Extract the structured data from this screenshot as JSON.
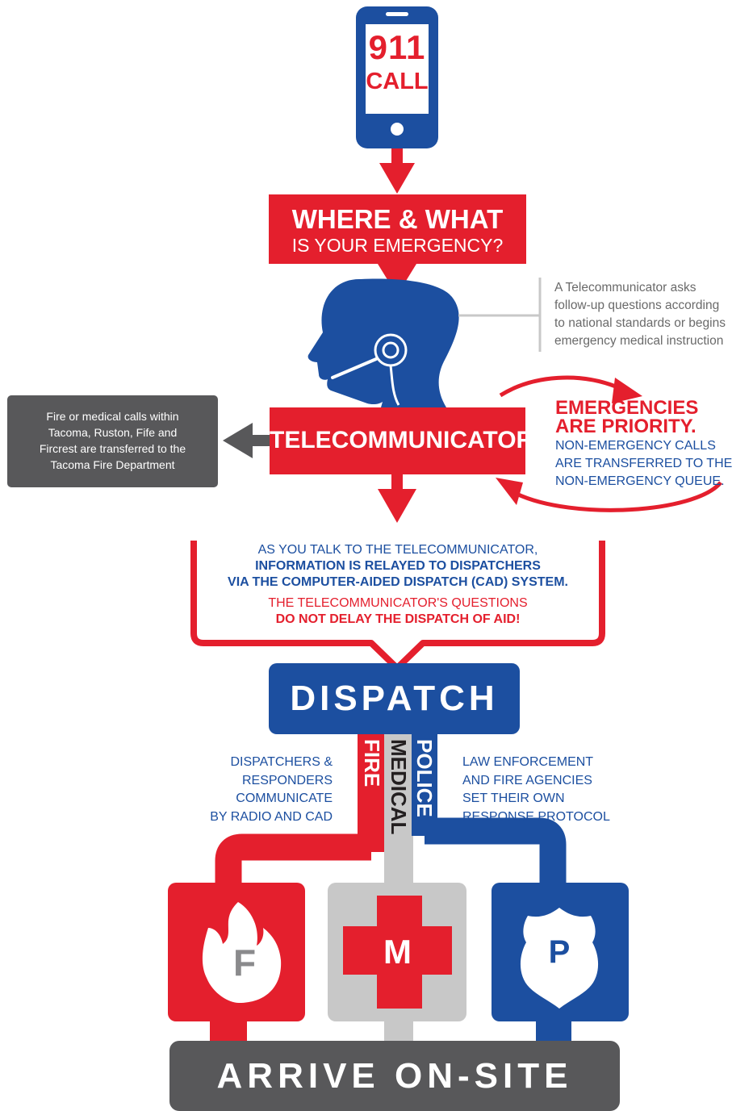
{
  "colors": {
    "red": "#E41F2D",
    "blue": "#1C4FA0",
    "gray": "#58585A",
    "light_gray": "#C8C8C8",
    "white": "#FFFFFF"
  },
  "phone": {
    "number": "911",
    "label": "CALL"
  },
  "where_box": {
    "line1": "WHERE & WHAT",
    "line2": "IS YOUR EMERGENCY?"
  },
  "note": {
    "lines": [
      "A Telecommunicator asks",
      "follow-up questions according",
      "to national standards or begins",
      "emergency medical instruction"
    ]
  },
  "telecommunicator": {
    "label": "TELECOMMUNICATOR"
  },
  "transfer_box": {
    "lines": [
      "Fire or medical calls within",
      "Tacoma, Ruston, Fife and",
      "Fircrest are transferred to the",
      "Tacoma Fire Department"
    ]
  },
  "priority": {
    "line1": "EMERGENCIES",
    "line2": "ARE PRIORITY.",
    "sub_lines": [
      "NON-EMERGENCY CALLS",
      "ARE TRANSFERRED TO THE",
      "NON-EMERGENCY QUEUE."
    ]
  },
  "relay": {
    "line1": "AS YOU TALK TO THE TELECOMMUNICATOR,",
    "line2": "INFORMATION IS RELAYED TO DISPATCHERS",
    "line3": "VIA THE COMPUTER-AIDED DISPATCH (CAD) SYSTEM.",
    "line4": "THE TELECOMMUNICATOR'S QUESTIONS",
    "line5": "DO NOT DELAY THE DISPATCH OF AID!"
  },
  "dispatch": {
    "label": "DISPATCH"
  },
  "channels": {
    "fire": "FIRE",
    "medical": "MEDICAL",
    "police": "POLICE"
  },
  "left_note": {
    "lines": [
      "DISPATCHERS &",
      "RESPONDERS",
      "COMMUNICATE",
      "BY RADIO AND CAD"
    ]
  },
  "right_note": {
    "lines": [
      "LAW ENFORCEMENT",
      "AND FIRE AGENCIES",
      "SET THEIR OWN",
      "RESPONSE PROTOCOL"
    ]
  },
  "units": {
    "fire": "F",
    "medical": "M",
    "police": "P"
  },
  "arrive": {
    "label": "ARRIVE ON-SITE"
  }
}
